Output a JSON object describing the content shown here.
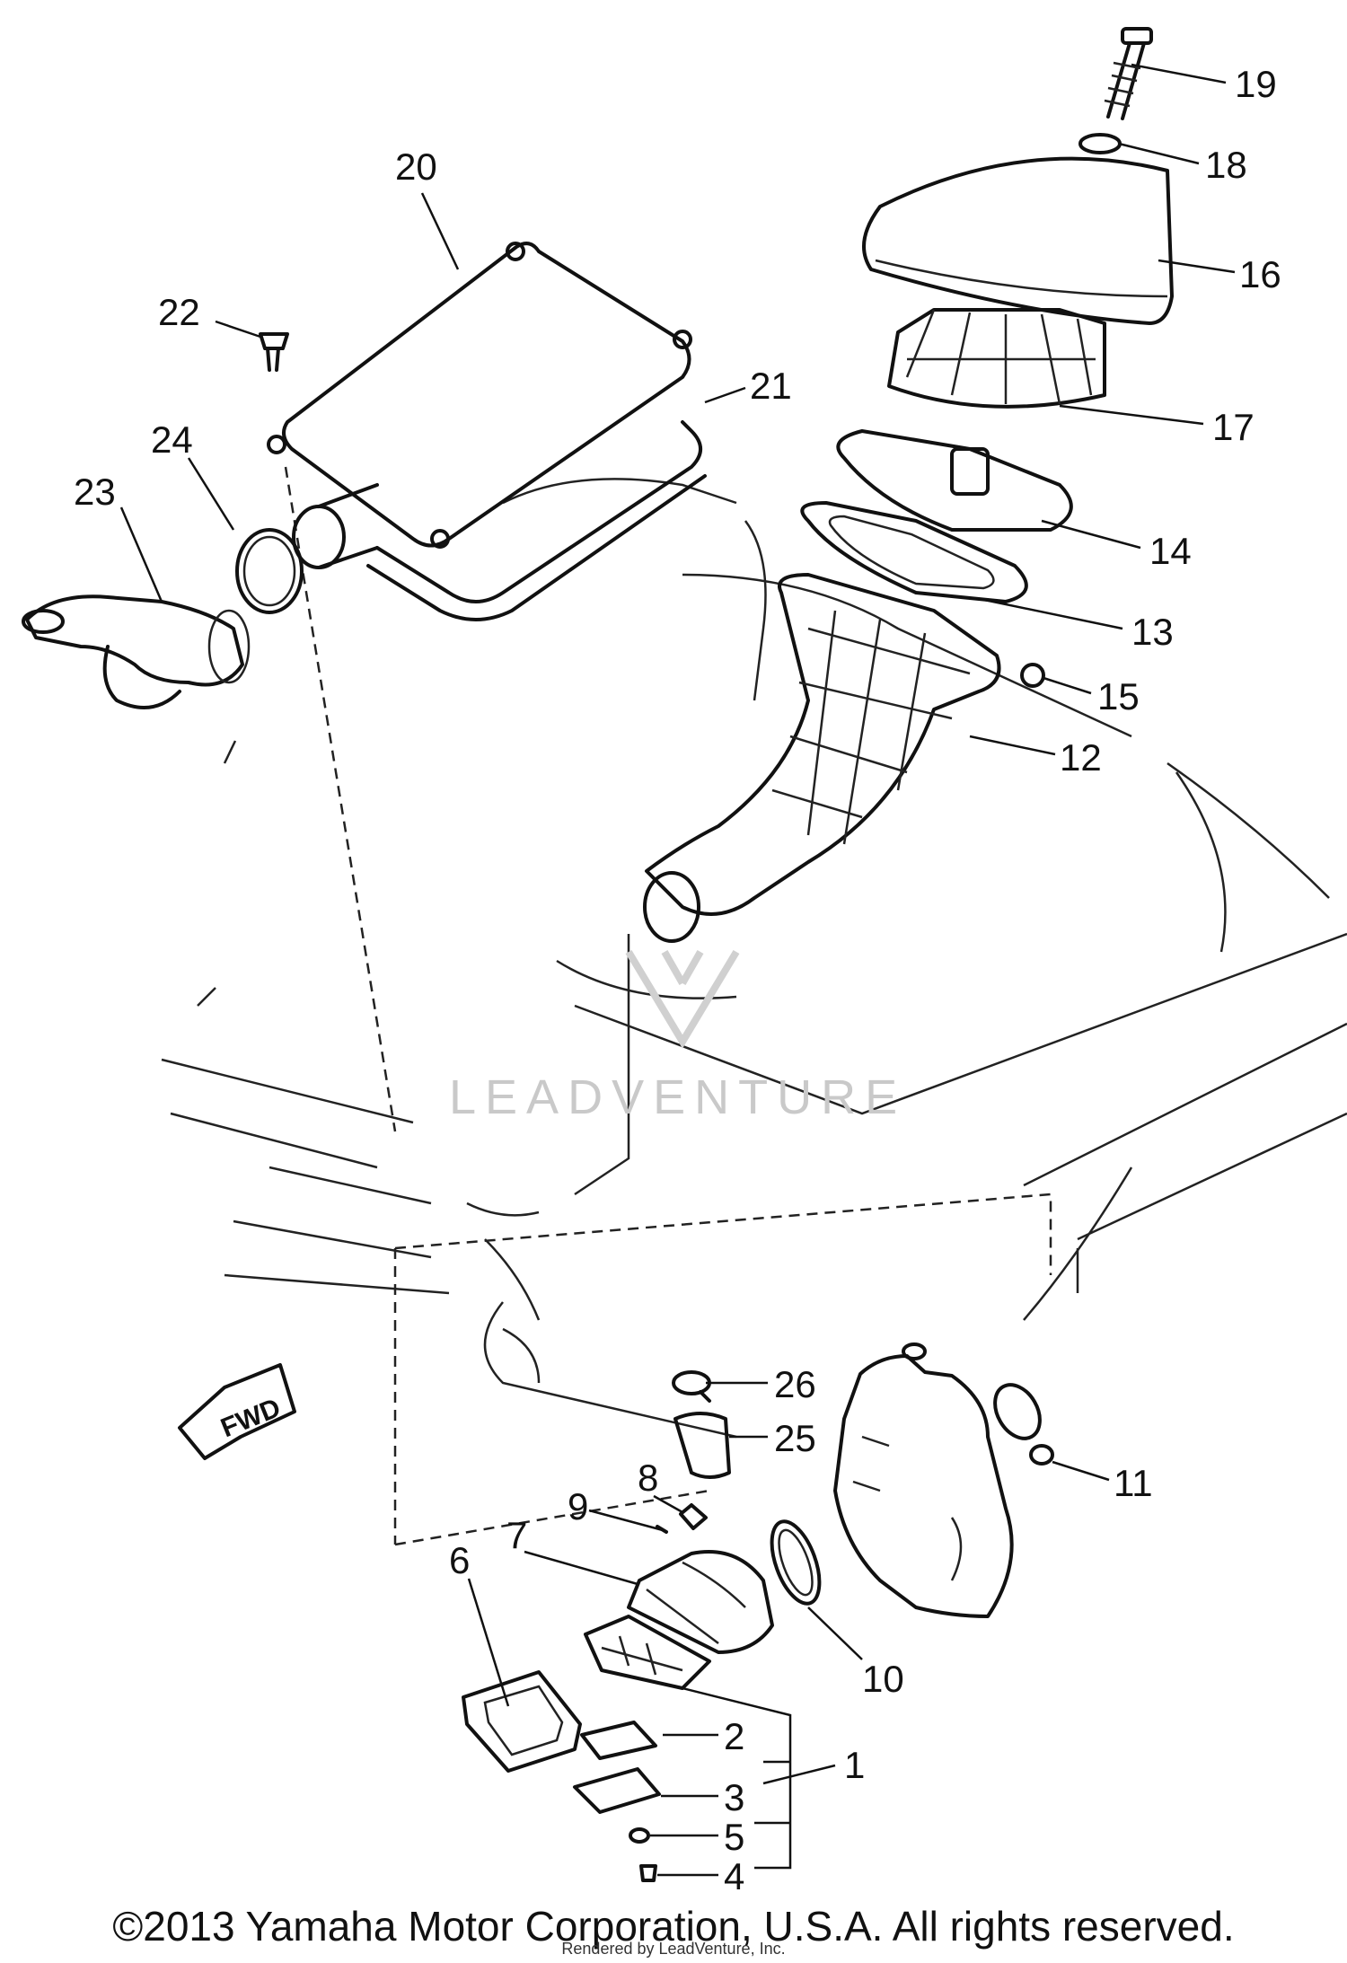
{
  "watermark": "LEADVENTURE",
  "fwd_label": "FWD",
  "callouts": [
    "1",
    "2",
    "3",
    "4",
    "5",
    "6",
    "7",
    "8",
    "9",
    "10",
    "11",
    "12",
    "13",
    "14",
    "15",
    "16",
    "17",
    "18",
    "19",
    "20",
    "21",
    "22",
    "23",
    "24",
    "25",
    "26"
  ],
  "footer": {
    "copyright": "©2013 Yamaha Motor Corporation, U.S.A. All rights reserved.",
    "rendered_by": "Rendered by LeadVenture, Inc."
  }
}
